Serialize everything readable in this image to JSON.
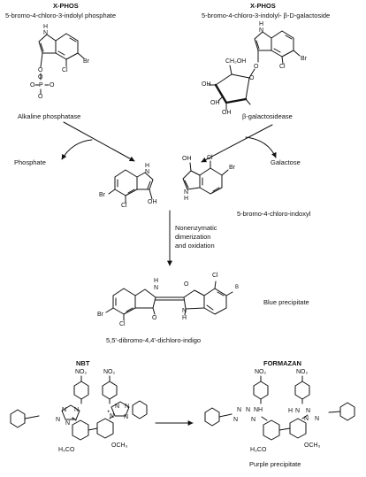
{
  "top_left": {
    "title": "X-PHOS",
    "subtitle": "5-bromo-4-chloro-3-indolyl phosphate",
    "enzyme": "Alkaline phosphatase",
    "byproduct": "Phosphate"
  },
  "top_right": {
    "title": "X-PHOS",
    "subtitle": "5-bromo-4-chloro-3-indolyl- β-D-galactoside",
    "enzyme": "β-galactosidease",
    "byproduct": "Galactose"
  },
  "intermediate": {
    "name": "5-bromo-4-chloro-indoxyl",
    "step": [
      "Nonenzymatic",
      "dimerization",
      "and oxidation"
    ]
  },
  "product": {
    "name": "5,5'-dibromo-4,4'-dichloro-indigo",
    "note": "Blue precipitate"
  },
  "bottom": {
    "reactant": "NBT",
    "product": "FORMAZAN",
    "note": "Purple precipitate"
  },
  "atoms": {
    "H": "H",
    "N": "N",
    "Br": "Br",
    "Cl": "Cl",
    "O": "O",
    "P": "P",
    "OH": "OH",
    "CH2OH": "CH₂OH",
    "NO2": "NO₂",
    "H3CO": "H₃CO",
    "OCH3": "OCH₃",
    "NH": "NH",
    "N+": "N⁺",
    "plus": "+",
    "beta": "Β"
  }
}
